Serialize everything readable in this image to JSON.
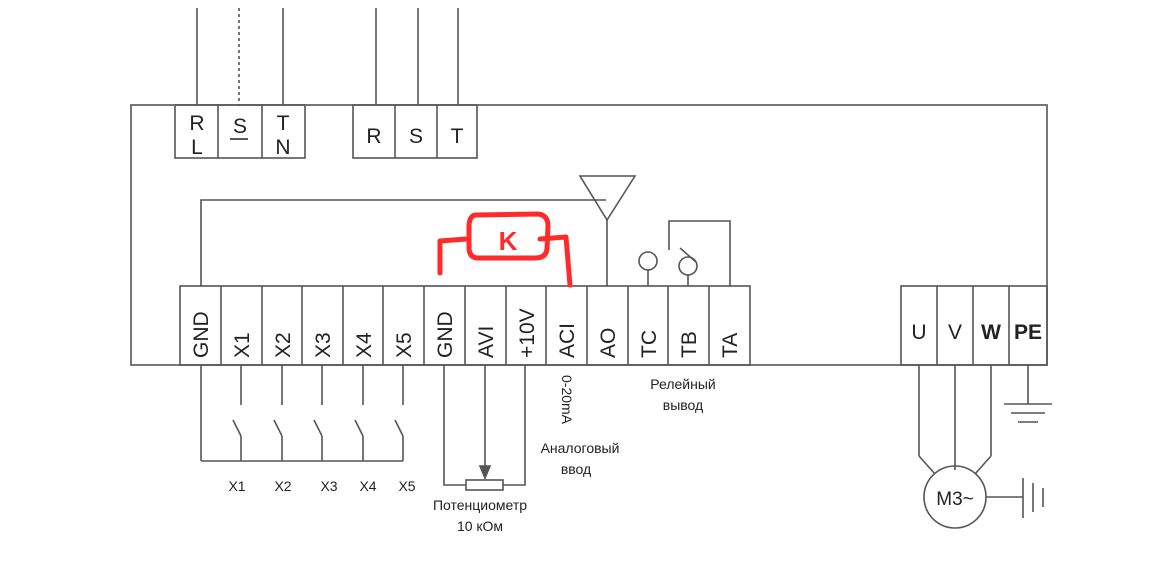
{
  "colors": {
    "line": "#555555",
    "ink": "#222222",
    "annotation": "#ff2a2a"
  },
  "power_input_1ph": [
    "R",
    "L",
    "S",
    "T",
    "N"
  ],
  "power_input_3ph": [
    "R",
    "S",
    "T"
  ],
  "control_terminals": [
    "GND",
    "X1",
    "X2",
    "X3",
    "X4",
    "X5",
    "GND",
    "AVI",
    "+10V",
    "ACI",
    "AO",
    "TC",
    "TB",
    "TA"
  ],
  "output_terminals": [
    "U",
    "V",
    "W",
    "PE"
  ],
  "switch_labels": [
    "X1",
    "X2",
    "X3",
    "X4",
    "X5"
  ],
  "potentiometer_label": [
    "Потенциометр",
    "10 кОм"
  ],
  "aci_range": "0-20mA",
  "analog_input_label": [
    "Аналоговый",
    "ввод"
  ],
  "relay_output_label": [
    "Релейный",
    "вывод"
  ],
  "motor_label": "M3~",
  "annotation_text": "K",
  "icons": [
    "antenna-icon",
    "relay-contact-icon",
    "ground-icon",
    "motor-icon",
    "potentiometer-icon"
  ]
}
